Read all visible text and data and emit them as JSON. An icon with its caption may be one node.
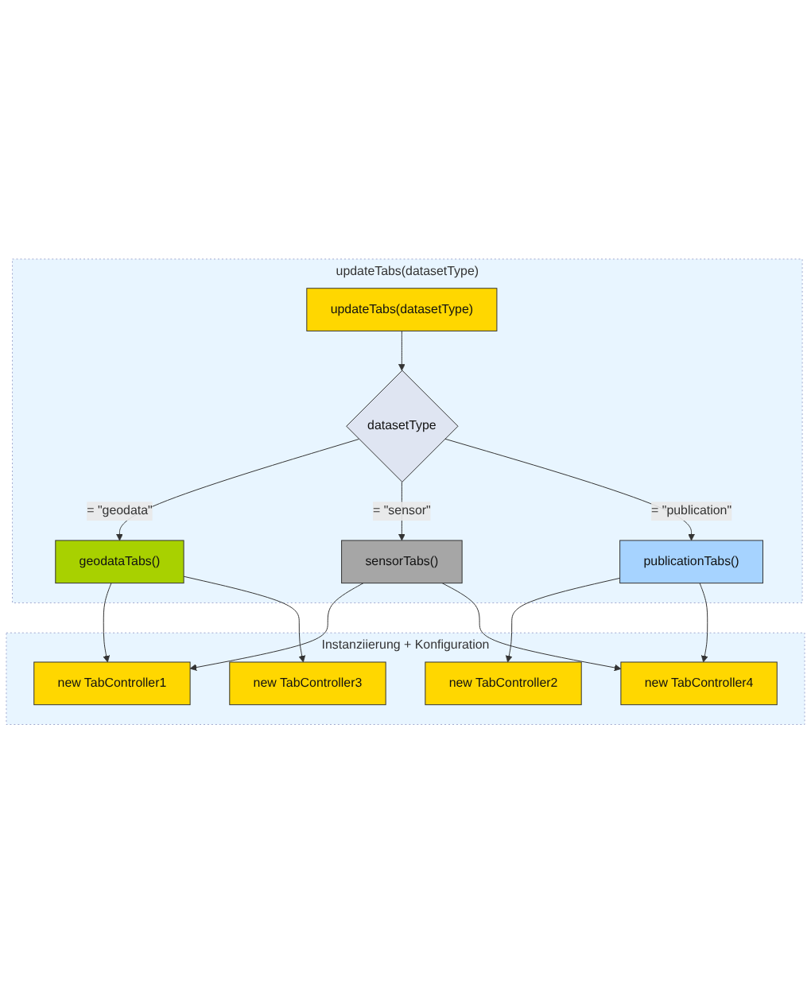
{
  "diagram": {
    "nodes": [
      {
        "text": [
          "updateTabs(datasetType)"
        ]
      },
      {
        "text": [
          "updateTabs(datasetType)"
        ],
        "in": 0
      },
      {
        "text": [
          "datasetType"
        ],
        "in": 0
      },
      {
        "text": [
          "geodataTabs()"
        ],
        "in": 0
      },
      {
        "text": [
          "publicationTabs()"
        ],
        "in": 0
      },
      {
        "text": [
          "sensorTabs()"
        ],
        "in": 0
      },
      {
        "text": [
          "Instanziierung + Konfiguration"
        ]
      },
      {
        "text": [
          "new TabController1"
        ],
        "in": 6
      },
      {
        "text": [
          "new TabController2"
        ],
        "in": 6
      },
      {
        "text": [
          "new TabController3"
        ],
        "in": 6
      },
      {
        "text": [
          "new TabController4"
        ],
        "in": 6
      }
    ],
    "edges": [
      {
        "from": 1,
        "to": 2,
        "arrow": "to"
      },
      {
        "from": 2,
        "to": 3,
        "label": "= \"geodata\"",
        "arrow": "to"
      },
      {
        "from": 2,
        "to": 5,
        "label": "= \"sensor\"",
        "arrow": "to"
      },
      {
        "from": 2,
        "to": 4,
        "label": "= \"publication\"",
        "arrow": "to"
      },
      {
        "from": 3,
        "to": 7,
        "arrow": "to"
      },
      {
        "from": 3,
        "to": 9,
        "arrow": "to"
      },
      {
        "from": 5,
        "to": 7,
        "arrow": "to"
      },
      {
        "from": 5,
        "to": 10,
        "arrow": "to"
      },
      {
        "from": 4,
        "to": 8,
        "arrow": "to"
      },
      {
        "from": 4,
        "to": 10,
        "arrow": "to"
      }
    ]
  }
}
